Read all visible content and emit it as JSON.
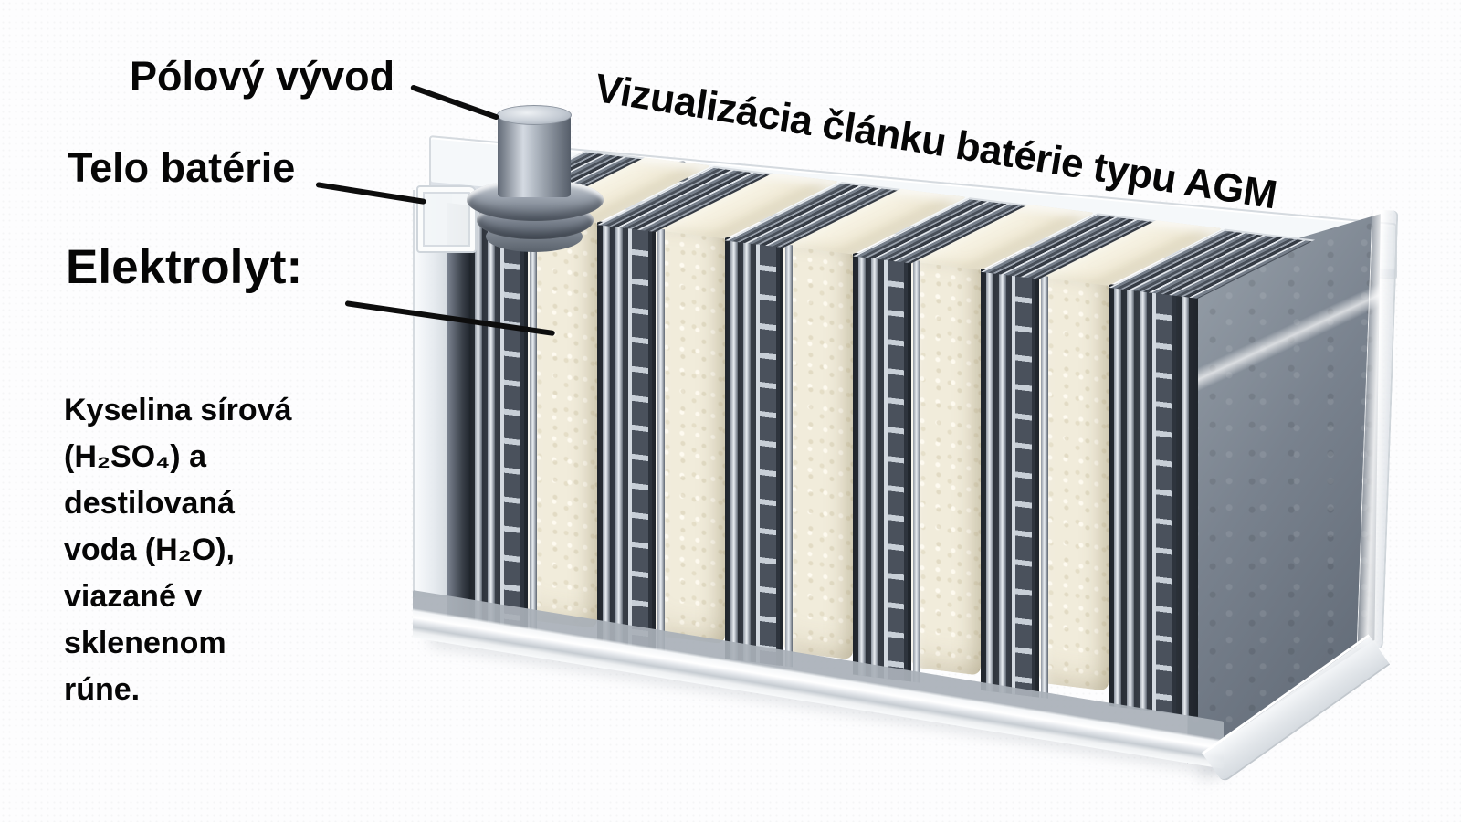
{
  "title": "Vizualizácia článku batérie typu AGM",
  "labels": {
    "terminal": "Pólový vývod",
    "body": "Telo batérie",
    "electrolyte": "Elektrolyt:"
  },
  "description": "Kyselina sírová\n(H₂SO₄) a\ndestilovaná\nvoda (H₂O),\nviazané v\nsklenenom\nrúne.",
  "illustration": {
    "subject": "AGM battery cell cutaway",
    "plate_groups": 6,
    "separator_mats": 5,
    "colors": {
      "background": "#fdfdfe",
      "text": "#060606",
      "leader_line": "#0d0d0d",
      "plate_dark": "#4a515c",
      "plate_edge": "#c7cdd5",
      "separator_mat": "#f1ecdb",
      "case": "#f4f6f8",
      "end_plate": "#79828e",
      "terminal_metal": "#aab2bc"
    }
  }
}
